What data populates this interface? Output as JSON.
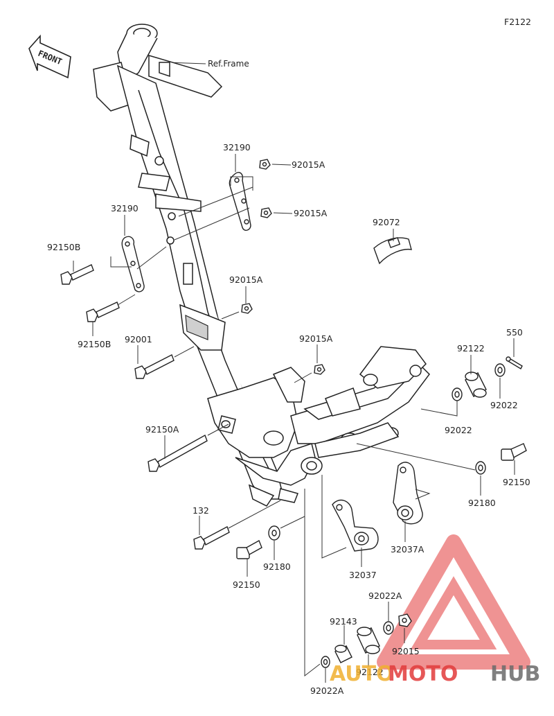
{
  "diagram_code": "F2122",
  "ref_frame_label": "Ref.Frame",
  "front_label": "FRONT",
  "watermark": {
    "part1": "AUTO",
    "part2": "MOTO",
    "part3": "HUB",
    "color_red": "#e23b3b",
    "color_orange": "#f0b030",
    "color_gray": "#6b6b6b"
  },
  "labels": [
    {
      "id": "l-32190-top",
      "text": "32190"
    },
    {
      "id": "l-92015a-1",
      "text": "92015A"
    },
    {
      "id": "l-92015a-2",
      "text": "92015A"
    },
    {
      "id": "l-92072",
      "text": "92072"
    },
    {
      "id": "l-32190-left",
      "text": "32190"
    },
    {
      "id": "l-92150b-1",
      "text": "92150B"
    },
    {
      "id": "l-92015a-3",
      "text": "92015A"
    },
    {
      "id": "l-92150b-2",
      "text": "92150B"
    },
    {
      "id": "l-92001",
      "text": "92001"
    },
    {
      "id": "l-92015a-4",
      "text": "92015A"
    },
    {
      "id": "l-550",
      "text": "550"
    },
    {
      "id": "l-92122-r",
      "text": "92122"
    },
    {
      "id": "l-92022-r",
      "text": "92022"
    },
    {
      "id": "l-92022-m",
      "text": "92022"
    },
    {
      "id": "l-92150a",
      "text": "92150A"
    },
    {
      "id": "l-92150-r",
      "text": "92150"
    },
    {
      "id": "l-92180-r",
      "text": "92180"
    },
    {
      "id": "l-132",
      "text": "132"
    },
    {
      "id": "l-32037a",
      "text": "32037A"
    },
    {
      "id": "l-92180-l",
      "text": "92180"
    },
    {
      "id": "l-32037",
      "text": "32037"
    },
    {
      "id": "l-92150-l",
      "text": "92150"
    },
    {
      "id": "l-92022a-t",
      "text": "92022A"
    },
    {
      "id": "l-92143",
      "text": "92143"
    },
    {
      "id": "l-92015-b",
      "text": "92015"
    },
    {
      "id": "l-92122-b",
      "text": "92122"
    },
    {
      "id": "l-92022a-b",
      "text": "92022A"
    }
  ]
}
